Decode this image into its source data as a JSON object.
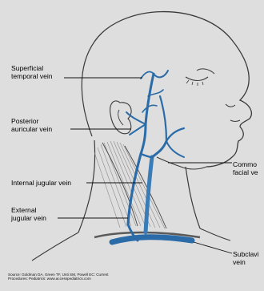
{
  "labels": {
    "superficial_temporal": "Superficial\ntemporal vein",
    "posterior_auricular": "Posterior\nauricular vein",
    "internal_jugular": "Internal jugular vein",
    "external_jugular": "External\njugular vein",
    "common_facial": "Commo\nfacial ve",
    "subclavian": "Subclavi\nvein"
  },
  "credit": {
    "line1": "Source: Goldman DA, Green TF, Unti SM, Powell EC: Current",
    "line2": "Procedures: Pediatrics: www.accesspediatrics.com"
  },
  "colors": {
    "vein": "#2b6ca8",
    "vein_light": "#5b93c6",
    "outline": "#3a3a3a",
    "background": "#dedede"
  }
}
